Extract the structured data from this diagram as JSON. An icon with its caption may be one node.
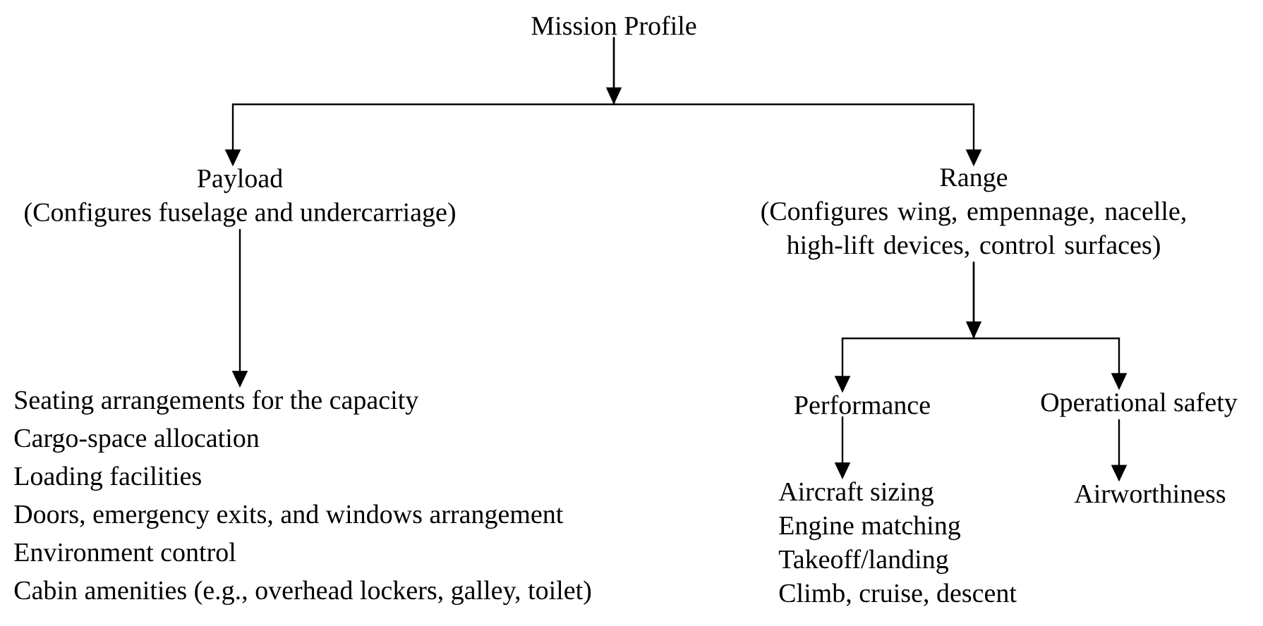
{
  "diagram": {
    "nodes": [
      {
        "text": [
          "Mission Profile"
        ]
      },
      {
        "text": [
          "Payload",
          "(Configures fuselage and undercarriage)"
        ]
      },
      {
        "text": [
          "Range",
          "(Configures wing, empennage, nacelle, high-lift devices, control surfaces)"
        ]
      },
      {
        "text": [
          "Seating arrangements for the capacity",
          "Cargo-space allocation",
          "Loading facilities",
          "Doors, emergency exits, and windows arrangement",
          "Environment control",
          "Cabin amenities (e.g., overhead lockers, galley, toilet)"
        ]
      },
      {
        "text": [
          "Performance"
        ]
      },
      {
        "text": [
          "Operational safety"
        ]
      },
      {
        "text": [
          "Aircraft sizing",
          "Engine matching",
          "Takeoff/landing",
          "Climb, cruise, descent"
        ]
      },
      {
        "text": [
          "Airworthiness"
        ]
      }
    ],
    "edges": [
      {
        "from": 0,
        "to": 1,
        "arrow": "to"
      },
      {
        "from": 0,
        "to": 2,
        "arrow": "to"
      },
      {
        "from": 1,
        "to": 3,
        "arrow": "to"
      },
      {
        "from": 2,
        "to": 4,
        "arrow": "to"
      },
      {
        "from": 2,
        "to": 5,
        "arrow": "to"
      },
      {
        "from": 4,
        "to": 6,
        "arrow": "to"
      },
      {
        "from": 5,
        "to": 7,
        "arrow": "to"
      }
    ]
  }
}
